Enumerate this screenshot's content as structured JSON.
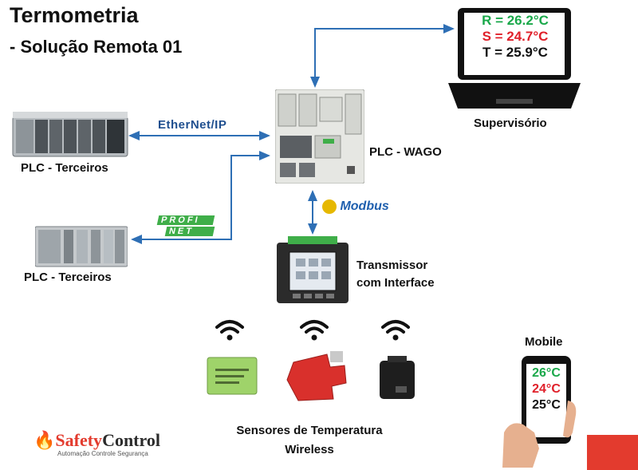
{
  "title": "Termometria",
  "subtitle": "- Solução Remota 01",
  "labels": {
    "plc_terceiros_top": "PLC - Terceiros",
    "plc_terceiros_bottom": "PLC - Terceiros",
    "plc_wago": "PLC - WAGO",
    "supervisorio": "Supervisório",
    "transmissor_line1": "Transmissor",
    "transmissor_line2": "com Interface",
    "sensores_line1": "Sensores de Temperatura",
    "sensores_line2": "Wireless",
    "mobile": "Mobile"
  },
  "protocols": {
    "ethernet_ip": "EtherNet/IP",
    "profinet_top": "PROFI",
    "profinet_bottom": "NET",
    "modbus": "Modbus"
  },
  "supervisorio_screen": [
    {
      "text": "R = 26.2°C",
      "color": "#1aa84a"
    },
    {
      "text": "S = 24.7°C",
      "color": "#e0202a"
    },
    {
      "text": "T = 25.9°C",
      "color": "#111111"
    }
  ],
  "mobile_screen": [
    {
      "text": "26°C",
      "color": "#1aa84a"
    },
    {
      "text": "24°C",
      "color": "#e0202a"
    },
    {
      "text": "25°C",
      "color": "#111111"
    }
  ],
  "logo": {
    "name_part1": "Safety",
    "name_part2": "Control",
    "tagline": "Automação Controle Segurança"
  },
  "colors": {
    "arrow": "#2e6fb5",
    "accent_red": "#e33b2e",
    "sensor_green": "#9fd36a",
    "sensor_red": "#d9302c",
    "profinet_green": "#3fae49"
  }
}
